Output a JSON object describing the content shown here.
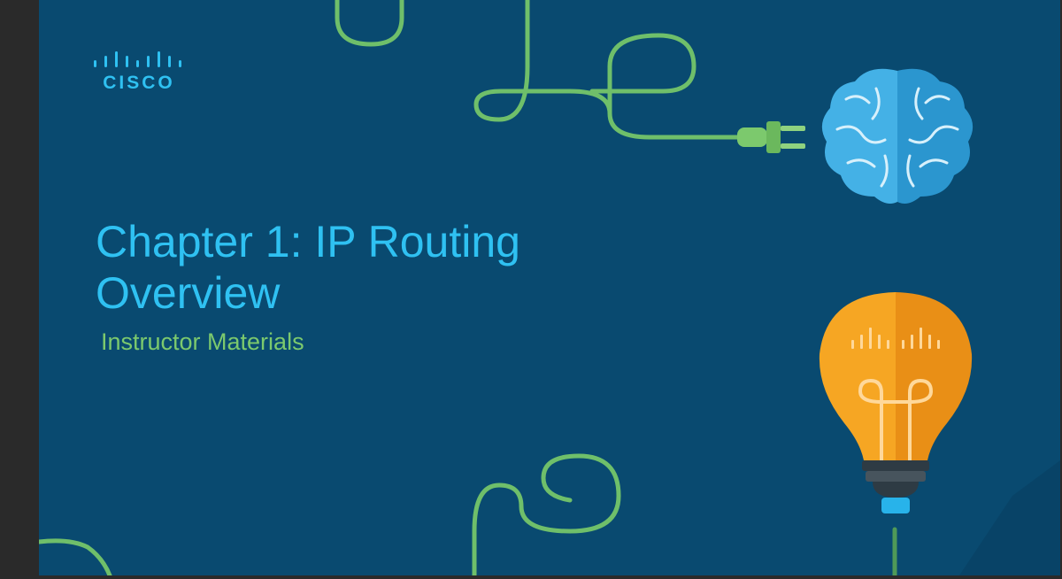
{
  "slide": {
    "logo_word": "CISCO",
    "title_line_1": "Chapter 1: IP Routing",
    "title_line_2": "Overview",
    "subtitle": "Instructor Materials"
  },
  "illustrations": {
    "brain": "brain-icon",
    "plug": "plug-icon",
    "bulb": "lightbulb-icon",
    "cables": "cable-lines"
  },
  "colors": {
    "background": "#094a70",
    "title": "#2fc1f2",
    "subtitle": "#7cc96d",
    "cable": "#6fbf6a",
    "brain": "#3aa7dc",
    "bulb": "#f59e1a"
  }
}
